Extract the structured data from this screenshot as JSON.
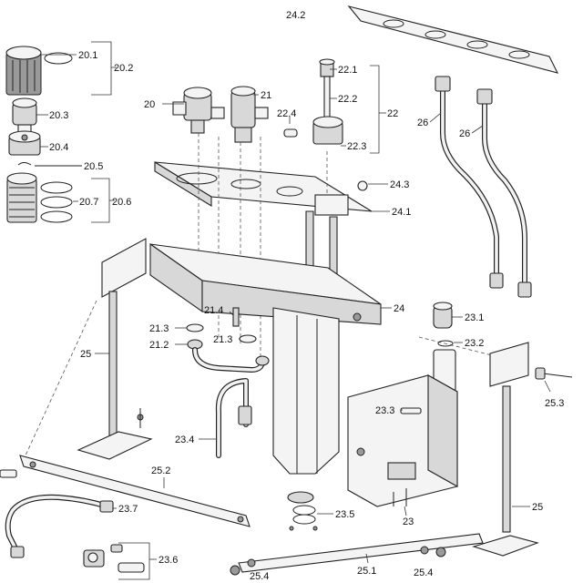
{
  "diagram": {
    "labels": {
      "p20_1": "20.1",
      "p20_2": "20.2",
      "p20_3": "20.3",
      "p20_4": "20.4",
      "p20_5": "20.5",
      "p20_6": "20.6",
      "p20_7": "20.7",
      "p20": "20",
      "p21": "21",
      "p21_2": "21.2",
      "p21_3a": "21.3",
      "p21_3b": "21.3",
      "p21_4": "21.4",
      "p22": "22",
      "p22_1": "22.1",
      "p22_2": "22.2",
      "p22_3": "22.3",
      "p22_4": "22.4",
      "p23": "23",
      "p23_1": "23.1",
      "p23_2": "23.2",
      "p23_3": "23.3",
      "p23_4": "23.4",
      "p23_5": "23.5",
      "p23_6": "23.6",
      "p23_7": "23.7",
      "p24": "24",
      "p24_1": "24.1",
      "p24_2": "24.2",
      "p24_3": "24.3",
      "p25a": "25",
      "p25b": "25",
      "p25_1": "25.1",
      "p25_2": "25.2",
      "p25_3": "25.3",
      "p25_4a": "25.4",
      "p25_4b": "25.4",
      "p26a": "26",
      "p26b": "26"
    }
  }
}
